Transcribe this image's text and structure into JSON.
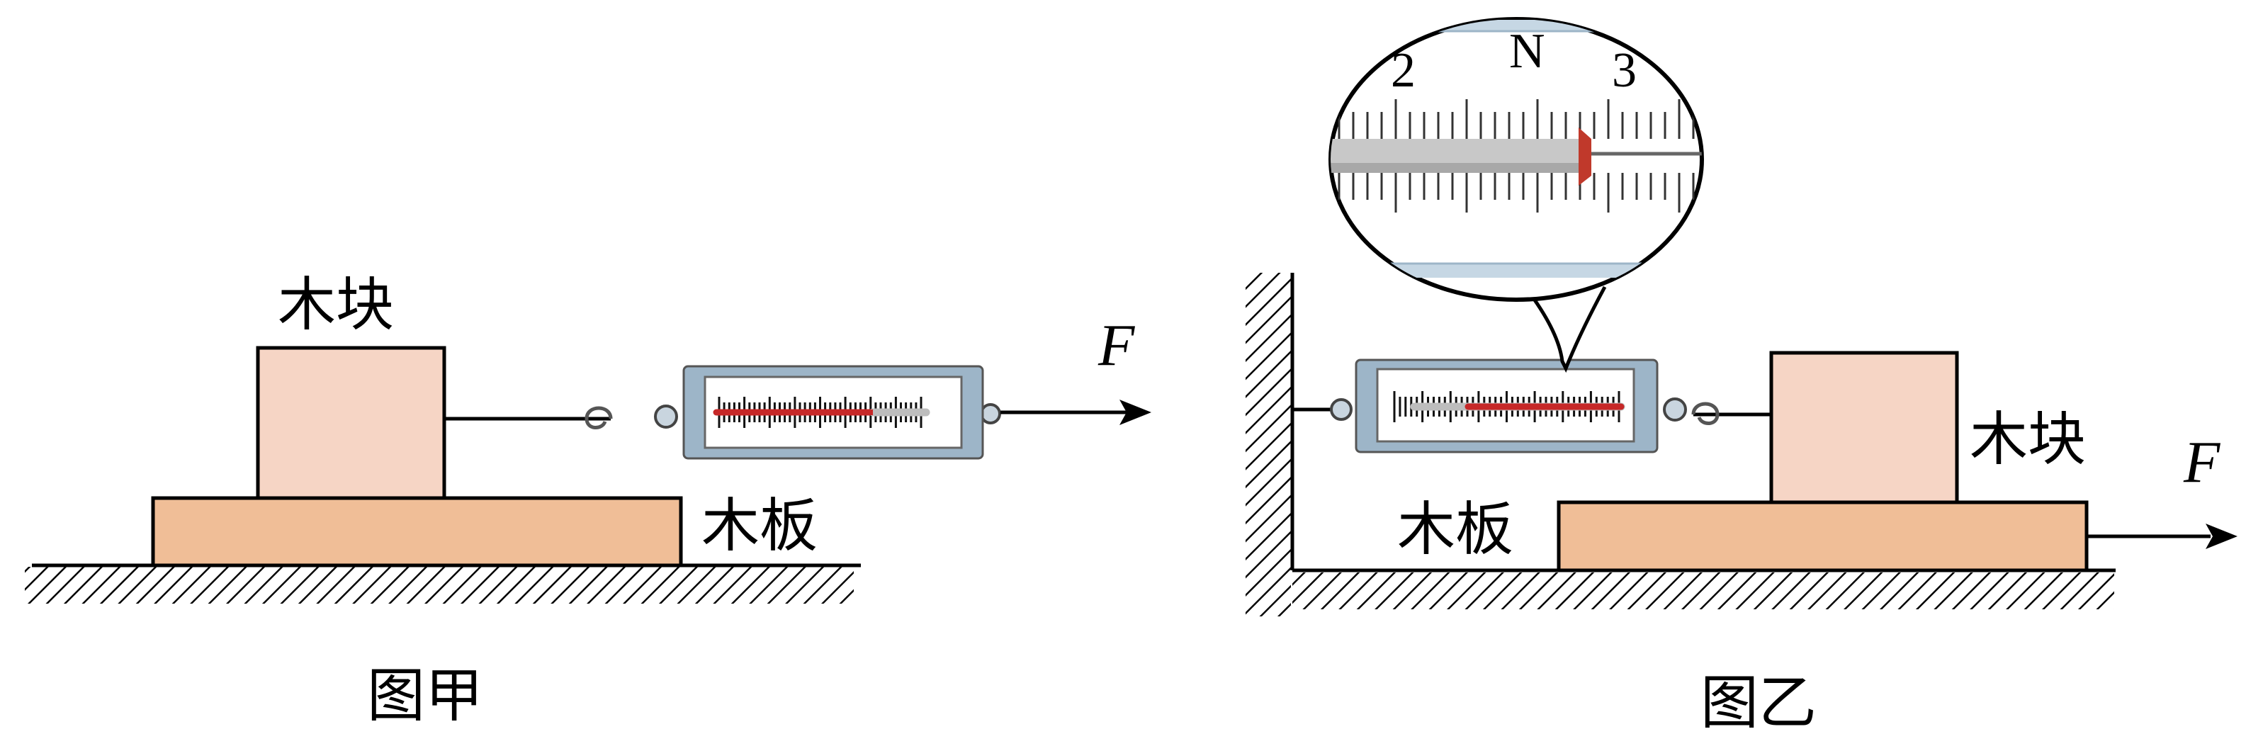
{
  "figure_a": {
    "caption": "图甲",
    "block_label": "木块",
    "board_label": "木板",
    "force_label": "F"
  },
  "figure_b": {
    "caption": "图乙",
    "block_label": "木块",
    "board_label": "木板",
    "force_label": "F",
    "magnifier": {
      "unit": "N",
      "tick_left": "2",
      "tick_right": "3"
    }
  },
  "colors": {
    "block_fill": "#f6d5c5",
    "board_fill": "#f0be97",
    "meter_body": "#9db5c8",
    "meter_scale_bg": "#ffffff",
    "indicator_red": "#c62828",
    "line": "#000000"
  }
}
